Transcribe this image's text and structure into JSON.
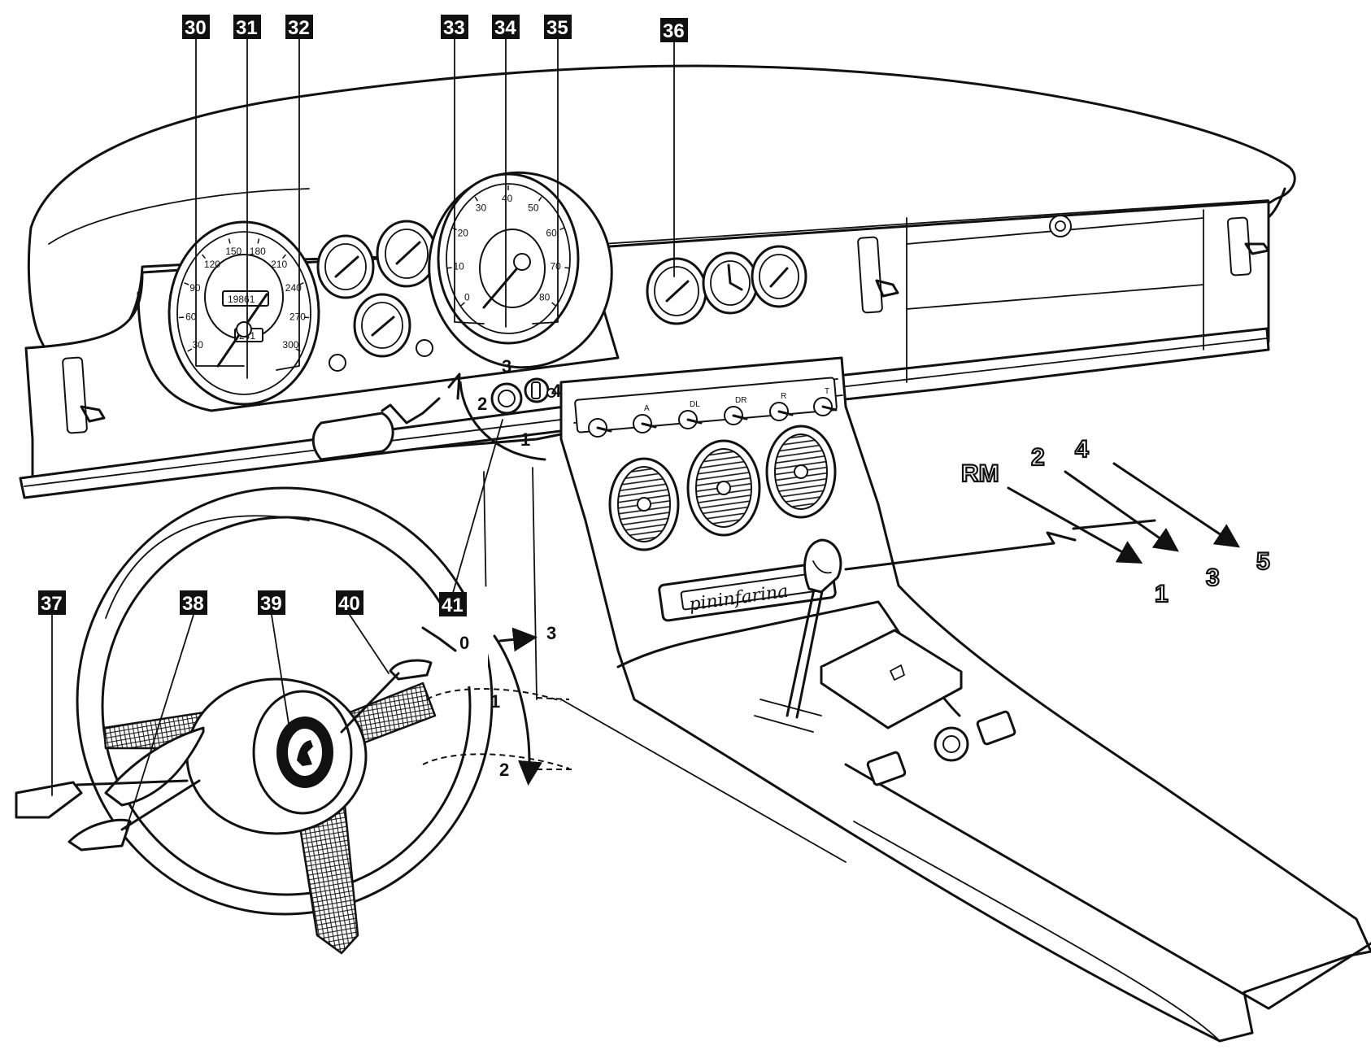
{
  "callouts": [
    "30",
    "31",
    "32",
    "33",
    "34",
    "35",
    "36",
    "37",
    "38",
    "39",
    "40",
    "41"
  ],
  "ignition_positions": [
    "1",
    "2",
    "3",
    "4"
  ],
  "lever_positions": [
    "0",
    "1",
    "2",
    "3"
  ],
  "speedometer_ticks": [
    "30",
    "60",
    "90",
    "120",
    "150",
    "180",
    "210",
    "240",
    "270",
    "300"
  ],
  "tachometer_ticks": [
    "0",
    "10",
    "20",
    "30",
    "40",
    "50",
    "60",
    "70",
    "80"
  ],
  "odometer_reading": "19861",
  "trip_reading": "241",
  "switch_labels": [
    "A",
    "DL",
    "DR",
    "R",
    "T"
  ],
  "gear_labels": {
    "reverse": "RM",
    "g1": "1",
    "g2": "2",
    "g3": "3",
    "g4": "4",
    "g5": "5"
  },
  "badge_text": "pininfarina",
  "colors": {
    "ink": "#111111",
    "paper": "#ffffff"
  }
}
